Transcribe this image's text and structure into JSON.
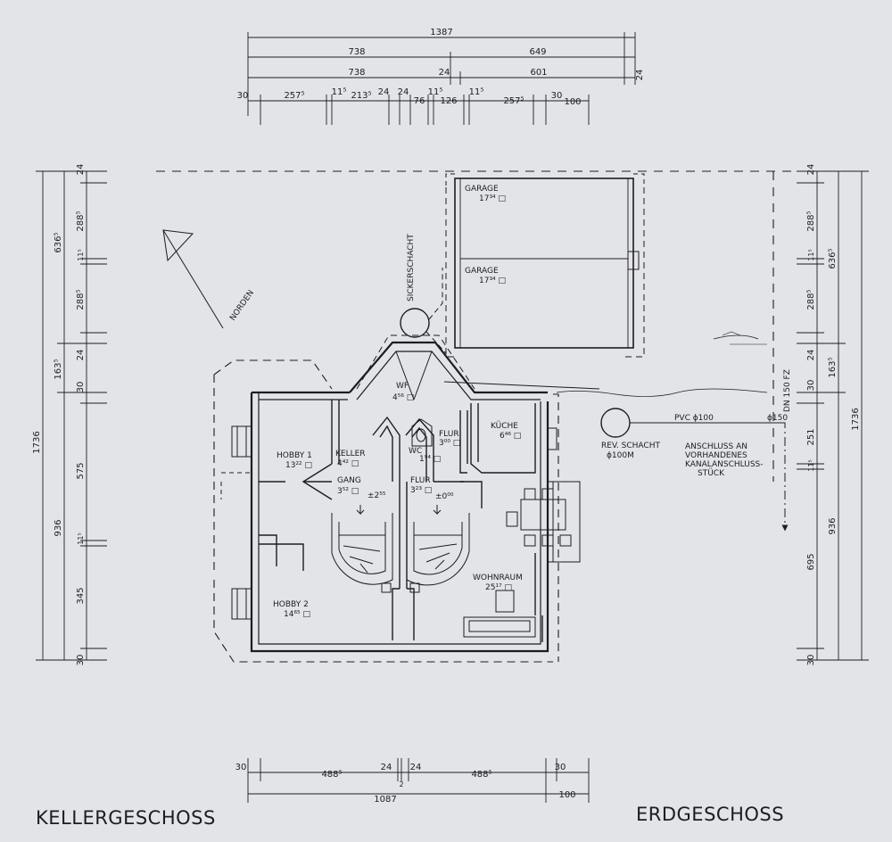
{
  "titles": {
    "basement": "KELLERGESCHOSS",
    "ground": "ERDGESCHOSS"
  },
  "north": "NORDEN",
  "dims": {
    "top": {
      "total": "1387",
      "left_a": "738",
      "right_a": "649",
      "left_b": "738",
      "mid_b": "24",
      "right_b": "601",
      "end_b": "24",
      "s1": "30",
      "s2": "257⁵",
      "s3": "11⁵",
      "s4": "213⁵",
      "s5": "24",
      "s6": "24",
      "s7": "76",
      "s8": "11⁵",
      "s9": "126",
      "s10": "11⁵",
      "s11": "257⁵",
      "s12": "30",
      "s13": "100"
    },
    "bottom": {
      "s1": "30",
      "s2": "488⁵",
      "s3": "24",
      "s4": "24",
      "s5": "488⁵",
      "s6": "30",
      "s7": "2",
      "total": "1087",
      "s8": "100"
    },
    "left": {
      "total": "1736",
      "a": "636⁵",
      "b": "163⁵",
      "c": "936",
      "d1": "24",
      "d2": "288⁵",
      "d3": "11⁵",
      "d4": "288⁵",
      "d5": "24",
      "d6": "30",
      "d7": "575",
      "d8": "11⁵",
      "d9": "345",
      "d10": "30"
    },
    "right": {
      "total": "1736",
      "a": "636⁵",
      "b": "163⁵",
      "c": "936",
      "d1": "24",
      "d2": "288⁵",
      "d3": "11⁵",
      "d4": "288⁵",
      "d5": "24",
      "d6": "30",
      "d7": "251",
      "d8": "11⁵",
      "d9": "695",
      "d10": "30"
    }
  },
  "rooms": {
    "garage1_name": "GARAGE",
    "garage1_area": "17³⁴ □",
    "garage2_name": "GARAGE",
    "garage2_area": "17³⁴ □",
    "wf_name": "WF",
    "wf_area": "4⁵⁶ □",
    "hobby1_name": "HOBBY 1",
    "hobby1_area": "13²² □",
    "keller_name": "KELLER",
    "keller_area": "4⁴² □",
    "gang_name": "GANG",
    "gang_area": "3⁵² □",
    "wc_name": "WC",
    "wc_area": "1⁹⁴ □",
    "flur1_name": "FLUR",
    "flur1_area": "3⁰⁰ □",
    "kueche_name": "KÜCHE",
    "kueche_area": "6⁴⁶ □",
    "flur2_name": "FLUR",
    "flur2_area": "3²³ □",
    "wohnraum_name": "WOHNRAUM",
    "wohnraum_area": "25¹⁷ □",
    "hobby2_name": "HOBBY 2",
    "hobby2_area": "14⁶⁵ □"
  },
  "levels": {
    "left": "±2⁵⁵",
    "right": "±0⁰⁰"
  },
  "utilities": {
    "sickerschacht": "SICKERSCHACHT",
    "rev_schacht": "REV. SCHACHT",
    "rev_diameter": "ϕ100M",
    "pvc": "PVC ϕ100",
    "phi150": "ϕ150",
    "dn": "DN 150 FZ",
    "conn1": "ANSCHLUSS AN",
    "conn2": "VORHANDENES",
    "conn3": "KANALANSCHLUSS-",
    "conn4": "STÜCK"
  }
}
